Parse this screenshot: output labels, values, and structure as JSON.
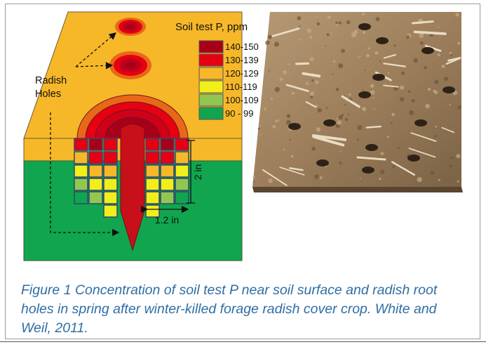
{
  "legend": {
    "title": "Soil test P, ppm",
    "ranges": [
      {
        "label": "140-150",
        "color": "#a8001a"
      },
      {
        "label": "130-139",
        "color": "#e60012"
      },
      {
        "label": "120-129",
        "color": "#f6b828"
      },
      {
        "label": "110-119",
        "color": "#f2ee1a"
      },
      {
        "label": "100-109",
        "color": "#93c651"
      },
      {
        "label": "90 -  99",
        "color": "#10a54e"
      }
    ]
  },
  "labels": {
    "radish_holes_line1": "Radish",
    "radish_holes_line2": "Holes",
    "depth": "2 in",
    "width": "1.2 in"
  },
  "colors": {
    "surface": "#f6b828",
    "subsoil": "#10a54e",
    "root": "#c8101a",
    "caption": "#2f6ea5"
  },
  "photo": {
    "subject": "soil surface with radish root holes and crop residue"
  },
  "caption": "Figure 1 Concentration of soil test P near soil surface and radish root holes in spring after winter-killed forage radish cover crop. White and Weil, 2011."
}
